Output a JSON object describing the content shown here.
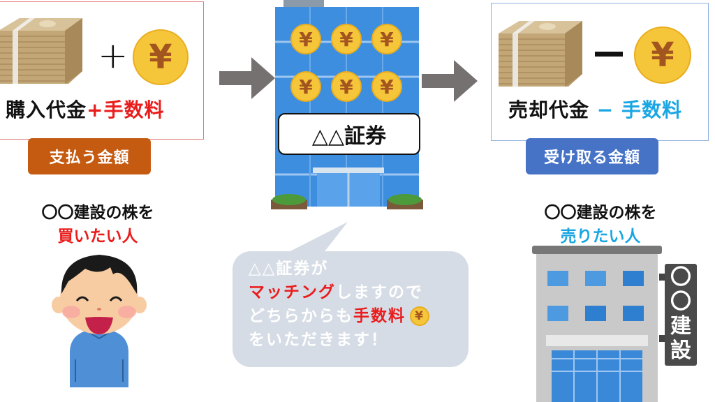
{
  "buyer_panel": {
    "operator": "+",
    "formula": {
      "base": "購入代金",
      "operator": "+",
      "fee": "手数料"
    },
    "badge": "支払う金額",
    "caption_line1": "〇〇建設の株を",
    "caption_line2": "買いたい人"
  },
  "broker": {
    "sign": "△△証券",
    "coin_count": 6,
    "coin_symbol": "¥"
  },
  "seller_panel": {
    "operator": "−",
    "formula": {
      "base": "売却代金",
      "operator": "−",
      "fee": "手数料"
    },
    "badge": "受け取る金額",
    "caption_line1": "〇〇建設の株を",
    "caption_line2": "売りたい人",
    "building_sign": [
      "〇",
      "〇",
      "建",
      "設"
    ]
  },
  "speech_bubble": {
    "line1": "△△証券が",
    "line2_highlight": "マッチング",
    "line2_rest": "しますので",
    "line3_start": "どちらからも",
    "line3_highlight": "手数料",
    "line4": "をいただきます！"
  },
  "colors": {
    "red": "#ea1c1c",
    "cyan": "#19a6e3",
    "pay_badge": "#c55a11",
    "receive_badge": "#4673c6",
    "arrow": "#767171",
    "coin": "#f6c63a",
    "bubble": "#d6dce5"
  }
}
